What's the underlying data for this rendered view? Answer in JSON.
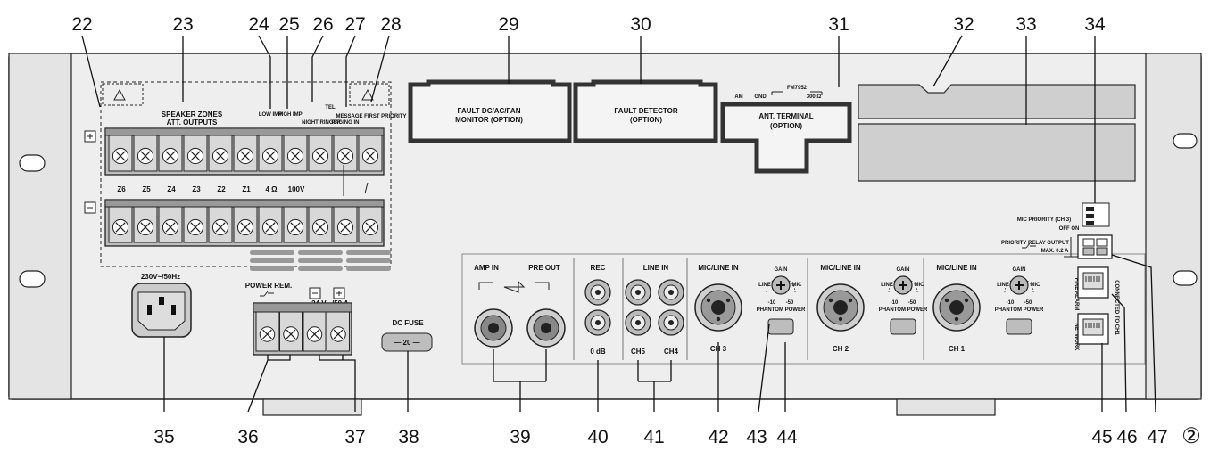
{
  "callouts": {
    "n22": "22",
    "n23": "23",
    "n24": "24",
    "n25": "25",
    "n26": "26",
    "n27": "27",
    "n28": "28",
    "n29": "29",
    "n30": "30",
    "n31": "31",
    "n32": "32",
    "n33": "33",
    "n34": "34",
    "n35": "35",
    "n36": "36",
    "n37": "37",
    "n38": "38",
    "n39": "39",
    "n40": "40",
    "n41": "41",
    "n42": "42",
    "n43": "43",
    "n44": "44",
    "n45": "45",
    "n46": "46",
    "n47": "47"
  },
  "figure_number": "②",
  "speaker": {
    "title1": "SPEAKER ZONES",
    "title2": "ATT. OUTPUTS",
    "low_imp": "LOW IMP",
    "high_imp": "HIGH IMP",
    "night_ringer": "NIGHT RINGER",
    "tel": "TEL",
    "paging_in": "PAGING IN",
    "message_first_priority": "MESSAGE FIRST PRIORITY",
    "zones": [
      "Z6",
      "Z5",
      "Z4",
      "Z3",
      "Z2",
      "Z1",
      "4 Ω",
      "100V"
    ]
  },
  "option_slots": {
    "fault_monitor_1": "FAULT DC/AC/FAN",
    "fault_monitor_2": "MONITOR (OPTION)",
    "fault_detector_1": "FAULT DETECTOR",
    "fault_detector_2": "(OPTION)",
    "fm": "FM7952",
    "am": "AM",
    "gnd": "GND",
    "ohm": "300 Ω",
    "ant_1": "ANT. TERMINAL",
    "ant_2": "(OPTION)"
  },
  "power": {
    "mains": "230V~/50Hz",
    "power_rem": "POWER REM.",
    "dc_24v": "24 V⎓/50 A",
    "dc_fuse": "DC FUSE",
    "fuse_value": "— 20 —"
  },
  "audio": {
    "amp_in": "AMP IN",
    "pre_out": "PRE OUT",
    "rec": "REC",
    "line_in": "LINE IN",
    "odb": "0 dB",
    "ch5": "CH5",
    "ch4": "CH4",
    "mic_line_in": "MIC/LINE IN",
    "gain": "GAIN",
    "line": "LINE",
    "mic": "MIC",
    "range_lo": "-10",
    "range_hi": "-50",
    "phantom": "PHANTOM POWER",
    "ch3": "CH 3",
    "ch2": "CH 2",
    "ch1": "CH 1"
  },
  "right": {
    "mic_priority": "MIC PRIORITY (CH 3)",
    "off_on": "OFF ON",
    "priority_relay": "PRIORITY RELAY OUTPUT",
    "max": "MAX. 0.2 A",
    "firealarm": "FIRE ALARM",
    "connected_to": "CONNECTED TO CH1",
    "network": "NETWORK"
  }
}
